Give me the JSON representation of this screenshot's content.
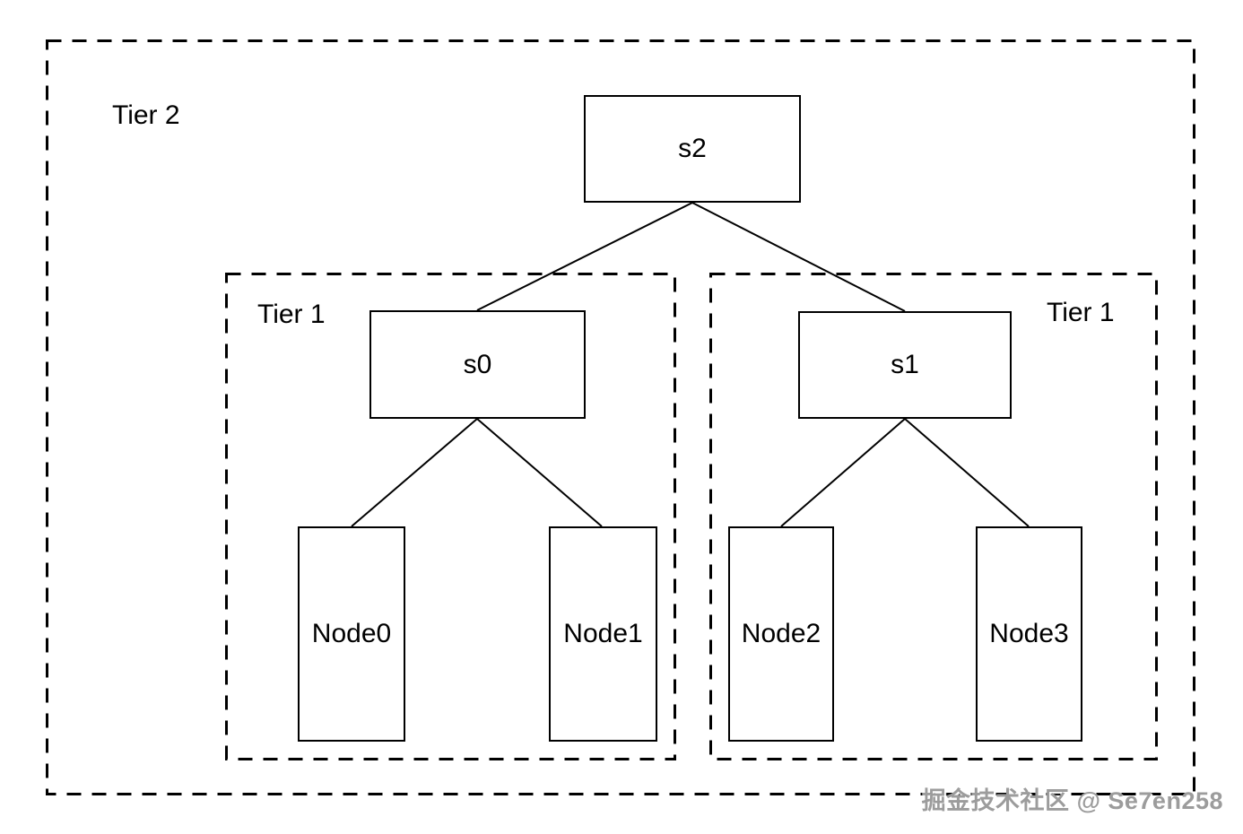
{
  "diagram": {
    "outer_tier": {
      "label": "Tier 2"
    },
    "left_tier": {
      "label": "Tier 1"
    },
    "right_tier": {
      "label": "Tier 1"
    },
    "switches": [
      {
        "id": "s2",
        "label": "s2"
      },
      {
        "id": "s0",
        "label": "s0"
      },
      {
        "id": "s1",
        "label": "s1"
      }
    ],
    "nodes": [
      {
        "id": "node0",
        "label": "Node0"
      },
      {
        "id": "node1",
        "label": "Node1"
      },
      {
        "id": "node2",
        "label": "Node2"
      },
      {
        "id": "node3",
        "label": "Node3"
      }
    ],
    "edges": [
      {
        "from": "s2",
        "to": "s0"
      },
      {
        "from": "s2",
        "to": "s1"
      },
      {
        "from": "s0",
        "to": "Node0"
      },
      {
        "from": "s0",
        "to": "Node1"
      },
      {
        "from": "s1",
        "to": "Node2"
      },
      {
        "from": "s1",
        "to": "Node3"
      }
    ],
    "watermark": "掘金技术社区 @ Se7en258",
    "colors": {
      "stroke": "#000000",
      "background": "#ffffff",
      "watermark_text": "#9c9c9c"
    }
  }
}
